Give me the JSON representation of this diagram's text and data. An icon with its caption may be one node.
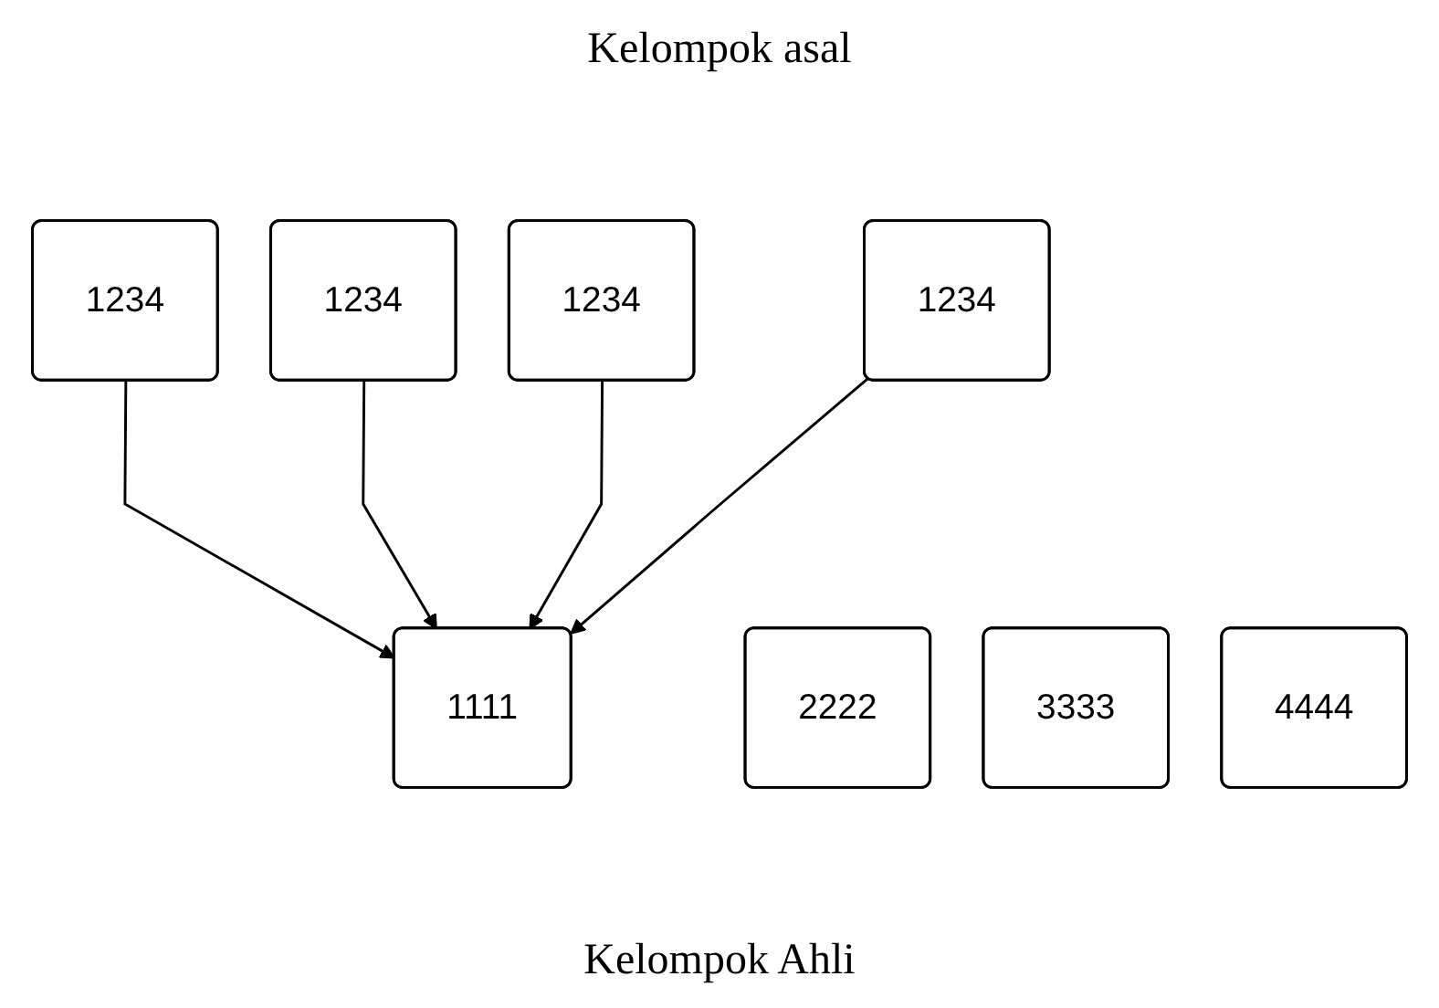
{
  "diagram": {
    "title": "Kelompok asal",
    "caption": "Kelompok Ahli",
    "nodes": [
      {
        "text": [
          "1234"
        ]
      },
      {
        "text": [
          "1234"
        ]
      },
      {
        "text": [
          "1234"
        ]
      },
      {
        "text": [
          "1234"
        ]
      },
      {
        "text": [
          "1111"
        ]
      },
      {
        "text": [
          "2222"
        ]
      },
      {
        "text": [
          "3333"
        ]
      },
      {
        "text": [
          "4444"
        ]
      }
    ],
    "edges": [
      {
        "from": 0,
        "to": 4,
        "arrow": "to"
      },
      {
        "from": 1,
        "to": 4,
        "arrow": "to"
      },
      {
        "from": 2,
        "to": 4,
        "arrow": "to"
      },
      {
        "from": 3,
        "to": 4,
        "arrow": "to"
      }
    ]
  }
}
